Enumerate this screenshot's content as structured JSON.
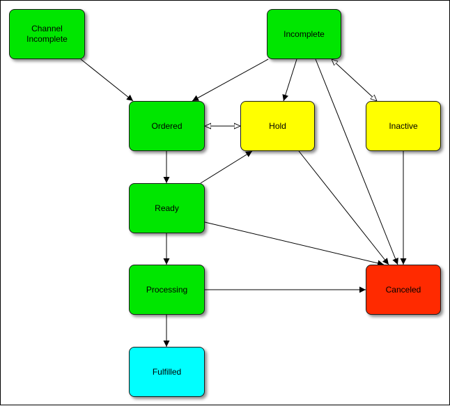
{
  "colors": {
    "green": "#00e600",
    "yellow": "#ffff00",
    "red": "#ff2a00",
    "cyan": "#00ffff",
    "edge": "#000000"
  },
  "nodes": {
    "channel_incomplete": {
      "label": "Channel\nIncomplete",
      "color": "green"
    },
    "incomplete": {
      "label": "Incomplete",
      "color": "green"
    },
    "ordered": {
      "label": "Ordered",
      "color": "green"
    },
    "hold": {
      "label": "Hold",
      "color": "yellow"
    },
    "inactive": {
      "label": "Inactive",
      "color": "yellow"
    },
    "ready": {
      "label": "Ready",
      "color": "green"
    },
    "processing": {
      "label": "Processing",
      "color": "green"
    },
    "canceled": {
      "label": "Canceled",
      "color": "red"
    },
    "fulfilled": {
      "label": "Fulfilled",
      "color": "cyan"
    }
  },
  "edges": [
    {
      "from": "channel_incomplete",
      "to": "ordered",
      "kind": "filled"
    },
    {
      "from": "incomplete",
      "to": "ordered",
      "kind": "filled"
    },
    {
      "from": "incomplete",
      "to": "hold",
      "kind": "filled"
    },
    {
      "from": "incomplete",
      "to": "canceled",
      "kind": "filled"
    },
    {
      "from": "incomplete",
      "to": "inactive",
      "kind": "open-both"
    },
    {
      "from": "ordered",
      "to": "hold",
      "kind": "open-both"
    },
    {
      "from": "ordered",
      "to": "ready",
      "kind": "filled"
    },
    {
      "from": "ready",
      "to": "hold",
      "kind": "filled"
    },
    {
      "from": "ready",
      "to": "canceled",
      "kind": "filled"
    },
    {
      "from": "ready",
      "to": "processing",
      "kind": "filled"
    },
    {
      "from": "hold",
      "to": "canceled",
      "kind": "filled"
    },
    {
      "from": "inactive",
      "to": "canceled",
      "kind": "filled"
    },
    {
      "from": "processing",
      "to": "canceled",
      "kind": "filled"
    },
    {
      "from": "processing",
      "to": "fulfilled",
      "kind": "filled"
    }
  ]
}
